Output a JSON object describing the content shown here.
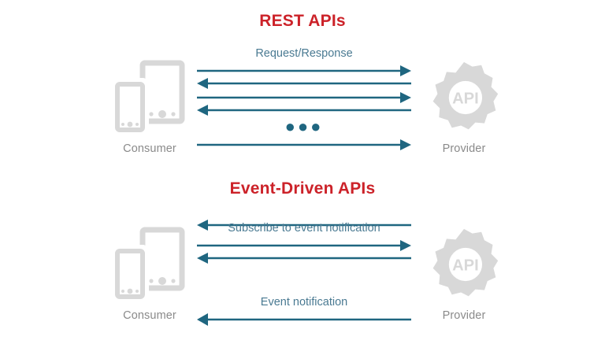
{
  "diagram": {
    "sections": [
      {
        "id": "rest",
        "title": "REST APIs",
        "title_color": "#cc2229",
        "consumer": {
          "label": "Consumer",
          "icon": "devices-icon"
        },
        "provider": {
          "label": "Provider",
          "icon": "gear-api-icon",
          "badge": "API"
        },
        "flow_labels": [
          "Request/Response"
        ],
        "ellipsis": "●●●",
        "messages": [
          {
            "direction": "right",
            "label": "Request/Response"
          },
          {
            "direction": "left",
            "label": ""
          },
          {
            "direction": "right",
            "label": ""
          },
          {
            "direction": "left",
            "label": ""
          },
          {
            "direction": "right",
            "label": ""
          },
          {
            "direction": "left",
            "label": ""
          }
        ]
      },
      {
        "id": "event",
        "title": "Event-Driven APIs",
        "title_color": "#cc2229",
        "consumer": {
          "label": "Consumer",
          "icon": "devices-icon"
        },
        "provider": {
          "label": "Provider",
          "icon": "gear-api-icon",
          "badge": "API"
        },
        "flow_labels": [
          "Subscribe to event notification",
          "Event notification"
        ],
        "messages": [
          {
            "direction": "right",
            "label": "Subscribe to event notification"
          },
          {
            "direction": "left",
            "label": ""
          },
          {
            "direction": "left",
            "label": "Event notification"
          }
        ]
      }
    ],
    "colors": {
      "arrow": "#1f6680",
      "label_text": "#4a7a92",
      "actor_text": "#8a8a8a",
      "icon_gray": "#d8d8d8",
      "title_red": "#cc2229",
      "background": "#ffffff"
    }
  }
}
